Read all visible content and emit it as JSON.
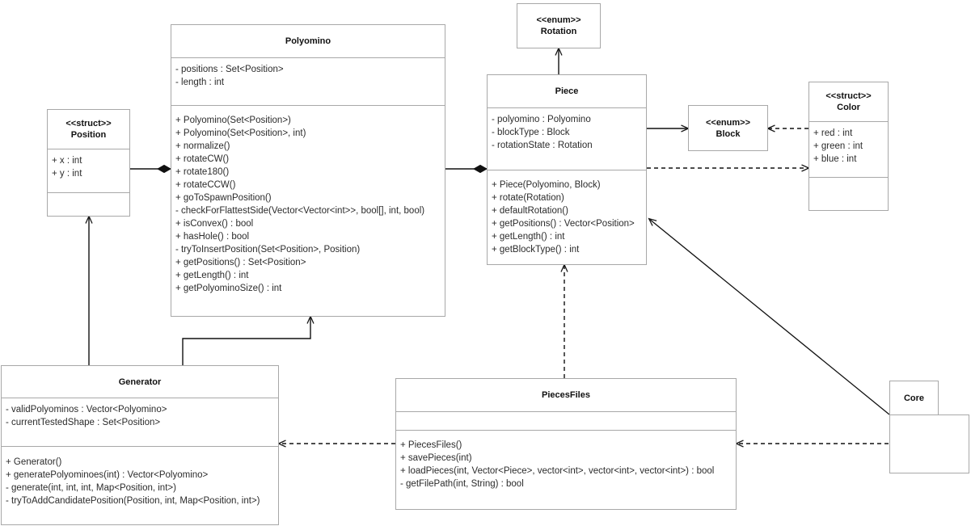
{
  "diagram": {
    "title": "UML Class Diagram",
    "type": "uml-class-diagram",
    "background": "#ffffff",
    "border_color": "#a8a8a8",
    "line_color": "#1a1a1a"
  },
  "classes": {
    "position": {
      "stereotype": "<<struct>>",
      "name": "Position",
      "attributes": [
        "+ x : int",
        "+ y : int"
      ],
      "methods": []
    },
    "polyomino": {
      "stereotype": "",
      "name": "Polyomino",
      "attributes": [
        "- positions : Set<Position>",
        "- length : int"
      ],
      "methods": [
        "+ Polyomino(Set<Position>)",
        "+ Polyomino(Set<Position>, int)",
        "+ normalize()",
        "+ rotateCW()",
        "+ rotate180()",
        "+ rotateCCW()",
        "+ goToSpawnPosition()",
        "- checkForFlattestSide(Vector<Vector<int>>, bool[], int, bool)",
        "+ isConvex() : bool",
        "+ hasHole() : bool",
        "- tryToInsertPosition(Set<Position>, Position)",
        "+ getPositions() : Set<Position>",
        "+ getLength() : int",
        "+ getPolyominoSize() : int"
      ]
    },
    "rotation": {
      "stereotype": "<<enum>>",
      "name": "Rotation",
      "attributes": [],
      "methods": []
    },
    "piece": {
      "stereotype": "",
      "name": "Piece",
      "attributes": [
        "- polyomino : Polyomino",
        "- blockType : Block",
        "- rotationState : Rotation"
      ],
      "methods": [
        "+ Piece(Polyomino, Block)",
        "+ rotate(Rotation)",
        "+ defaultRotation()",
        "+ getPositions() : Vector<Position>",
        "+ getLength() : int",
        "+ getBlockType() : int"
      ]
    },
    "block": {
      "stereotype": "<<enum>>",
      "name": "Block",
      "attributes": [],
      "methods": []
    },
    "color": {
      "stereotype": "<<struct>>",
      "name": "Color",
      "attributes": [
        "+ red : int",
        "+ green : int",
        "+ blue : int"
      ],
      "methods": []
    },
    "generator": {
      "stereotype": "",
      "name": "Generator",
      "attributes": [
        "- validPolyominos : Vector<Polyomino>",
        "- currentTestedShape : Set<Position>"
      ],
      "methods": [
        "+ Generator()",
        "+ generatePolyominoes(int) : Vector<Polyomino>",
        "- generate(int, int, int, Map<Position, int>)",
        "- tryToAddCandidatePosition(Position, int, Map<Position, int>)"
      ]
    },
    "piecesfiles": {
      "stereotype": "",
      "name": "PiecesFiles",
      "attributes": [],
      "methods": [
        "+ PiecesFiles()",
        "+ savePieces(int)",
        "+ loadPieces(int, Vector<Piece>, vector<int>, vector<int>, vector<int>) : bool",
        "- getFilePath(int, String) : bool"
      ]
    },
    "core": {
      "stereotype": "",
      "name": "Core",
      "attributes": [],
      "methods": []
    }
  },
  "relationships": [
    {
      "id": "position-polyomino",
      "kind": "composition",
      "from": "Position",
      "to": "Polyomino",
      "style": "solid",
      "end": "filled-diamond"
    },
    {
      "id": "polyomino-piece",
      "kind": "composition",
      "from": "Polyomino",
      "to": "Piece",
      "style": "solid",
      "end": "filled-diamond"
    },
    {
      "id": "piece-rotation",
      "kind": "association",
      "from": "Piece",
      "to": "Rotation",
      "style": "solid",
      "end": "open-arrow"
    },
    {
      "id": "piece-block",
      "kind": "association",
      "from": "Piece",
      "to": "Block",
      "style": "solid",
      "end": "open-arrow"
    },
    {
      "id": "color-block",
      "kind": "dependency",
      "from": "Color",
      "to": "Block",
      "style": "dashed",
      "end": "open-arrow"
    },
    {
      "id": "piece-color",
      "kind": "dependency",
      "from": "Piece",
      "to": "Color",
      "style": "dashed",
      "end": "open-arrow"
    },
    {
      "id": "generator-polyomino",
      "kind": "association",
      "from": "Generator",
      "to": "Polyomino",
      "style": "solid",
      "end": "open-arrow"
    },
    {
      "id": "generator-position",
      "kind": "association",
      "from": "Generator",
      "to": "Position",
      "style": "solid",
      "end": "open-arrow"
    },
    {
      "id": "piecesfiles-generator",
      "kind": "dependency",
      "from": "PiecesFiles",
      "to": "Generator",
      "style": "dashed",
      "end": "open-arrow"
    },
    {
      "id": "piecesfiles-piece",
      "kind": "dependency",
      "from": "PiecesFiles",
      "to": "Piece",
      "style": "dashed",
      "end": "open-arrow"
    },
    {
      "id": "core-piecesfiles",
      "kind": "dependency",
      "from": "Core",
      "to": "PiecesFiles",
      "style": "dashed",
      "end": "open-arrow"
    },
    {
      "id": "core-piece",
      "kind": "association",
      "from": "Core",
      "to": "Piece",
      "style": "solid",
      "end": "open-arrow"
    }
  ]
}
